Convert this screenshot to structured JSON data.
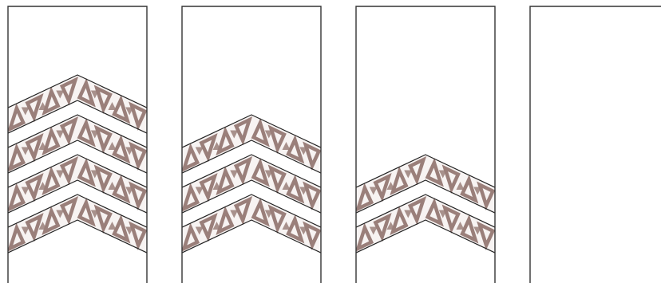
{
  "colors": {
    "frame": "#333333",
    "band_outline": "#222222",
    "motif": "#9a7f7a",
    "band_fill": "#f7f3f2"
  },
  "panels": [
    {
      "chevron_count": 4
    },
    {
      "chevron_count": 3
    },
    {
      "chevron_count": 2
    },
    {
      "chevron_count": 0
    }
  ]
}
